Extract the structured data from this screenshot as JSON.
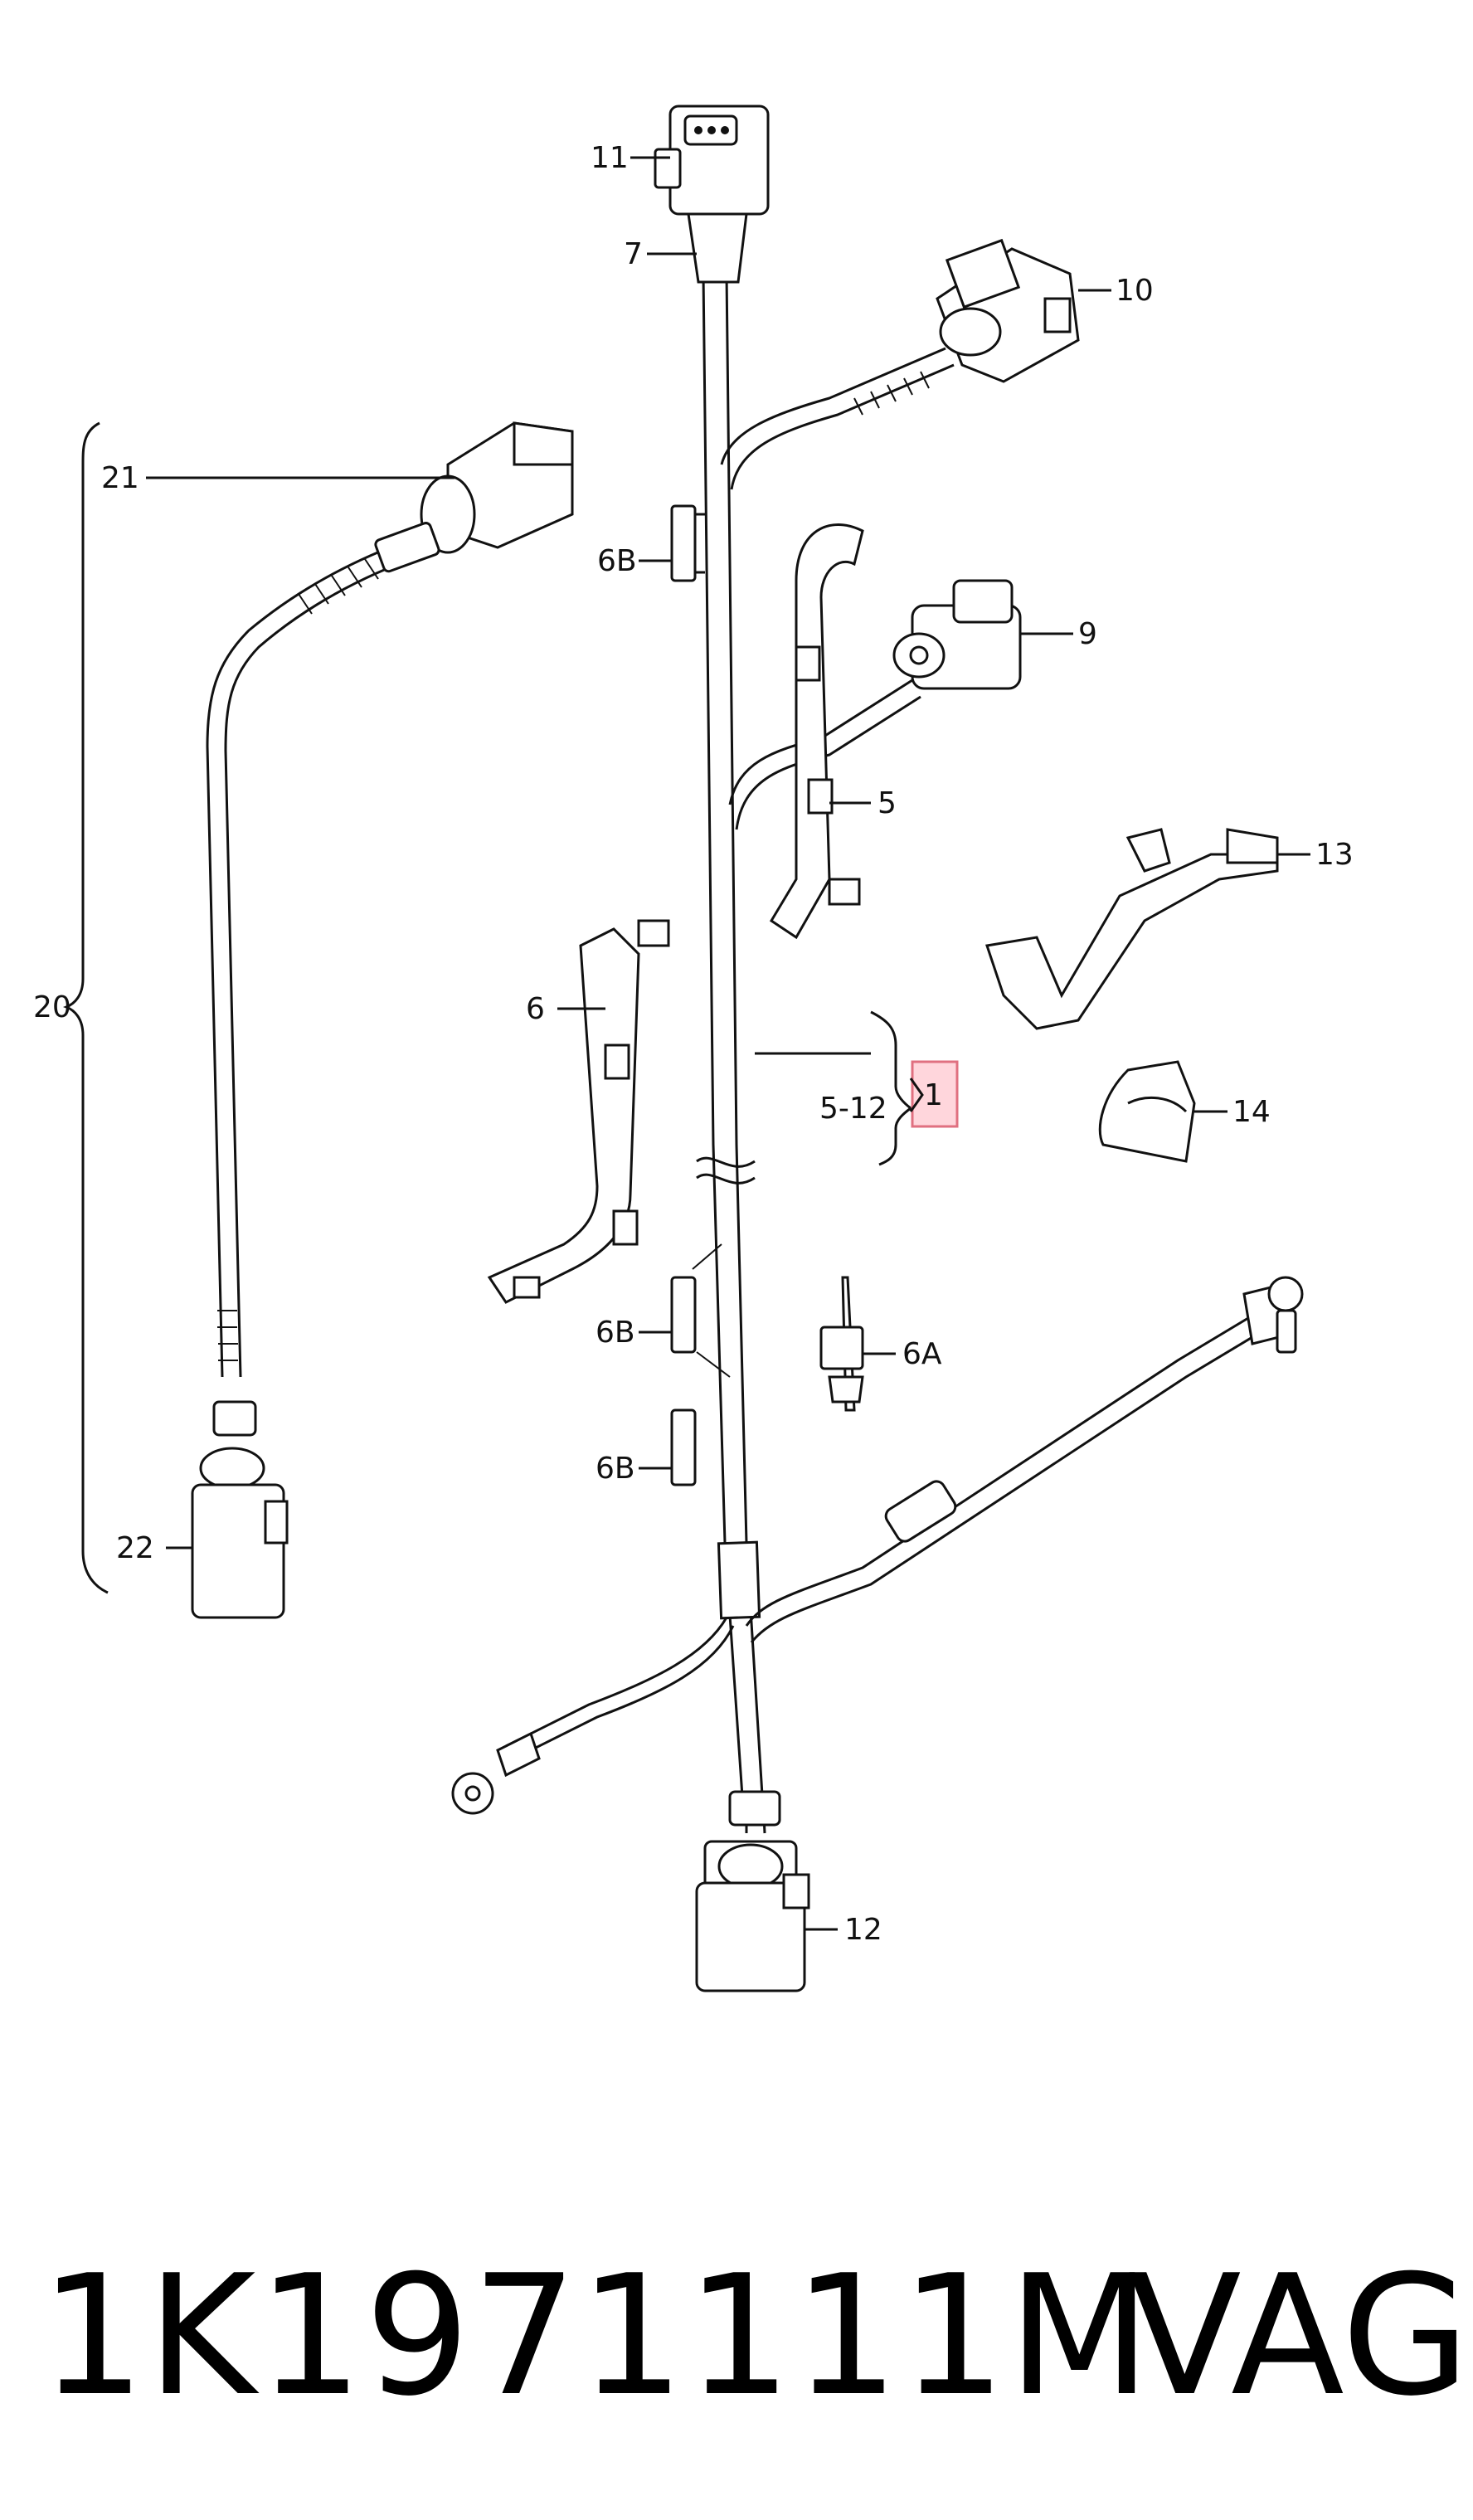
{
  "labels": {
    "l1": "1",
    "l5": "5",
    "l5_12": "5-12",
    "l6": "6",
    "l6A": "6A",
    "l6B_1": "6B",
    "l6B_2": "6B",
    "l6B_3": "6B",
    "l7": "7",
    "l9": "9",
    "l10": "10",
    "l11": "11",
    "l12": "12",
    "l13": "13",
    "l14": "14",
    "l20": "20",
    "l21": "21",
    "l22": "22"
  },
  "footer": {
    "part_number": "1K1971111M",
    "brand": "VAG"
  },
  "colors": {
    "line": "#111111",
    "highlight_fill": "#ffd6dc",
    "highlight_stroke": "#e07080"
  }
}
